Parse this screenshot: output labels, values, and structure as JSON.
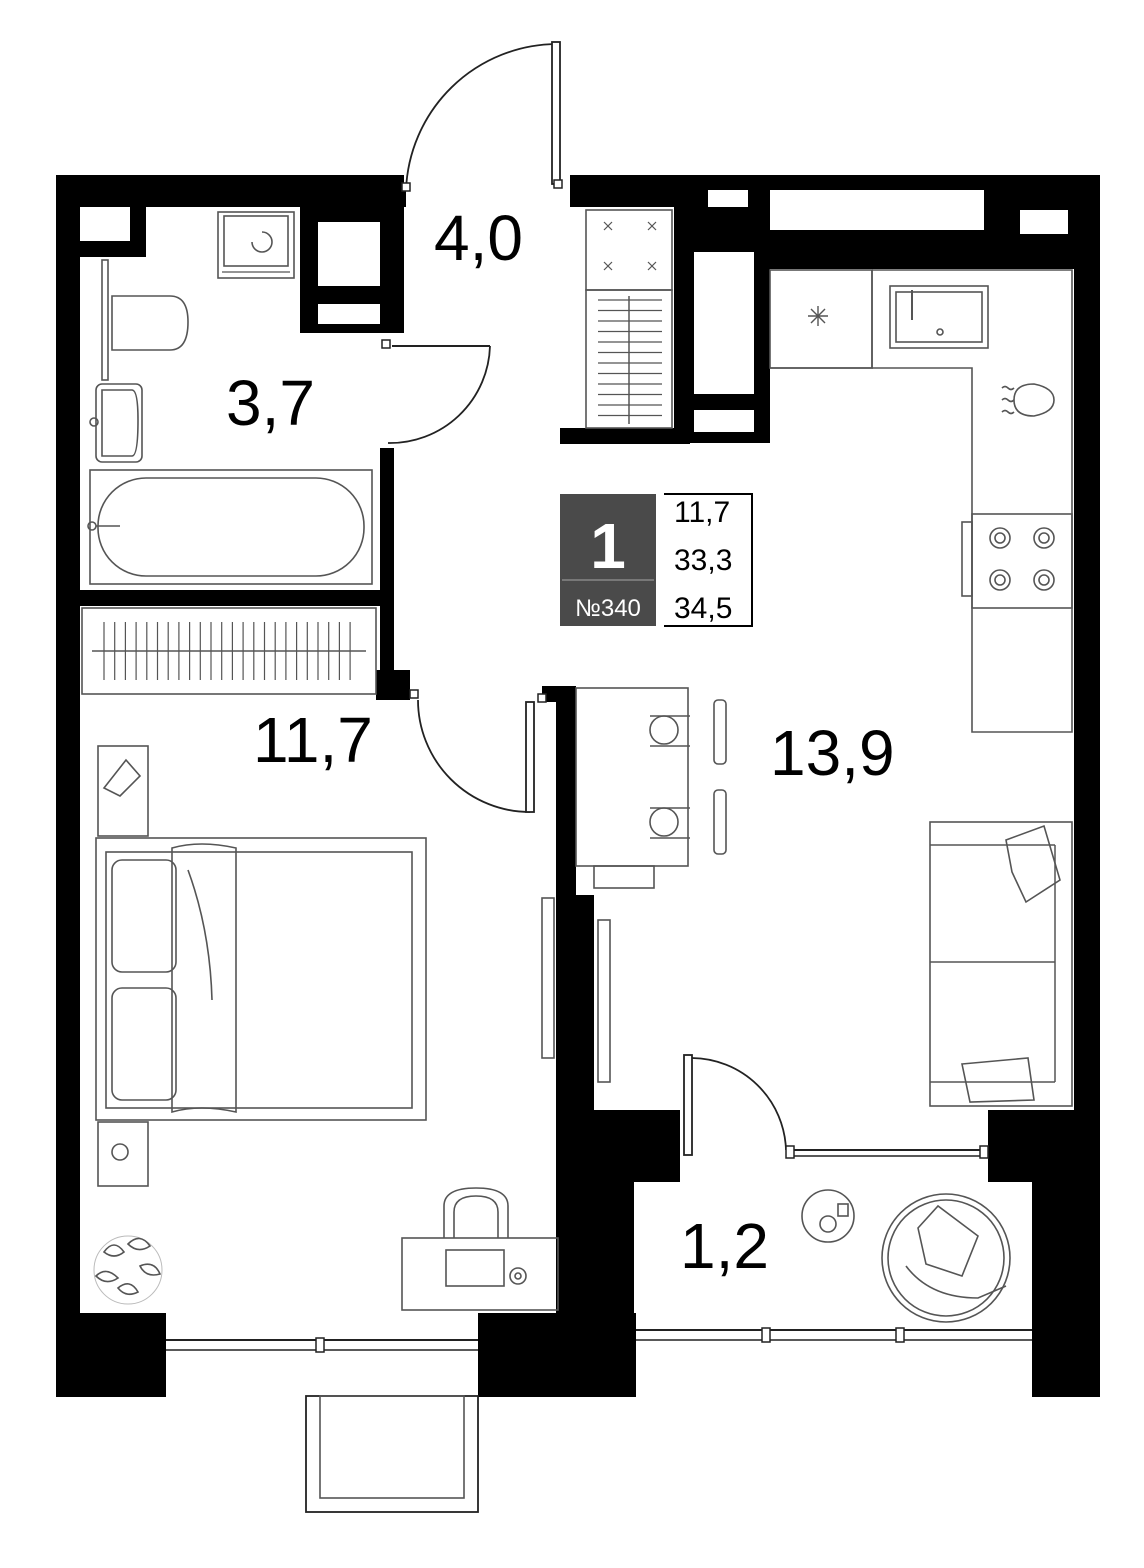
{
  "rooms": {
    "hall": "4,0",
    "bathroom": "3,7",
    "bedroom": "11,7",
    "kitchen_living": "13,9",
    "balcony": "1,2"
  },
  "info": {
    "rooms_count": "1",
    "apartment_number": "№340",
    "living_area": "11,7",
    "total_area_no_balcony": "33,3",
    "total_area": "34,5"
  },
  "colors": {
    "wall": "#000000",
    "badge": "#4a4a4a",
    "furniture_stroke": "#555555"
  }
}
